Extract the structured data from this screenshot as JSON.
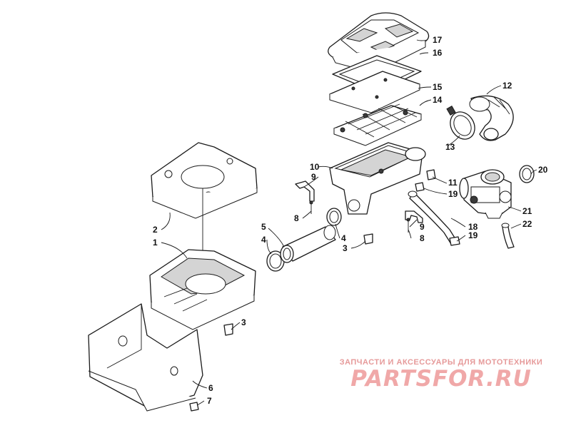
{
  "diagram": {
    "callouts": [
      "1",
      "2",
      "3",
      "3",
      "4",
      "4",
      "5",
      "6",
      "7",
      "8",
      "8",
      "9",
      "9",
      "10",
      "11",
      "12",
      "13",
      "14",
      "15",
      "16",
      "17",
      "18",
      "19",
      "19",
      "20",
      "21",
      "22"
    ]
  },
  "watermark": {
    "top_text": "ЗАПЧАСТИ И АКСЕССУАРЫ ДЛЯ МОТОТЕХНИКИ",
    "logo_text": "PARTSFOR.RU",
    "color": "#f0a8a8"
  }
}
